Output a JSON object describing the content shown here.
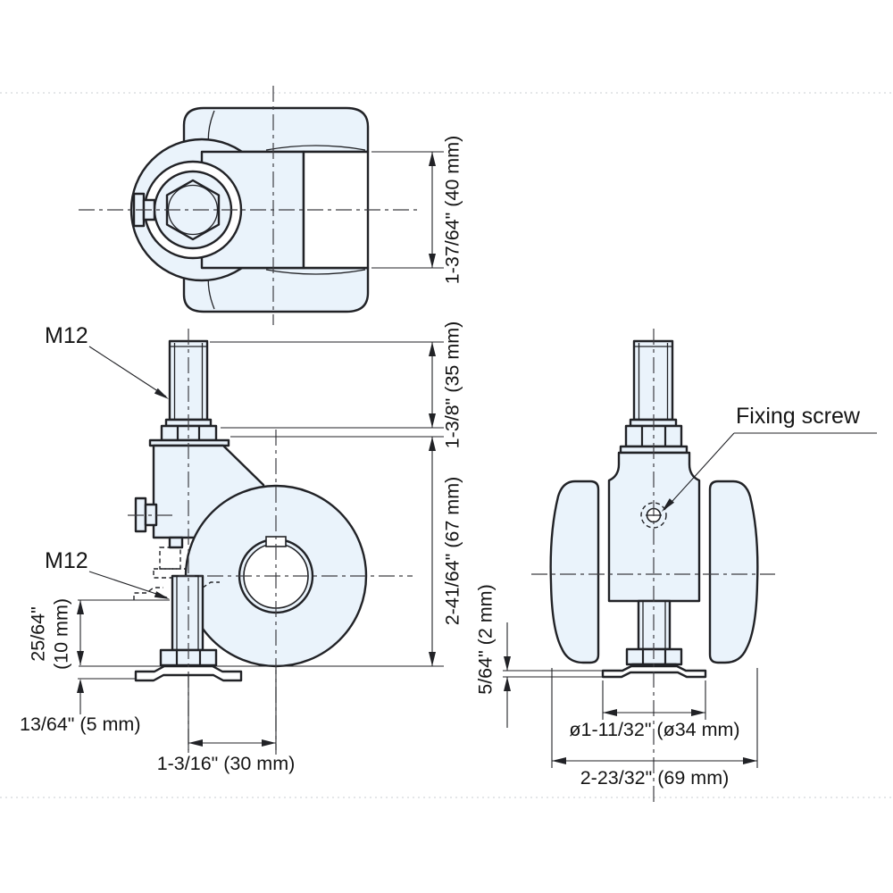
{
  "colors": {
    "part_fill": "#eaf3fb",
    "line": "#212226"
  },
  "top_view": {
    "dim_height": "1-37/64\" (40 mm)"
  },
  "front_view": {
    "thread_top": "M12",
    "thread_bottom": "M12",
    "dim_stem_length": "1-3/8\" (35 mm)",
    "dim_total_height": "2-41/64\" (67 mm)",
    "dim_adjust_in": "25/64\"",
    "dim_adjust_mm": "(10 mm)",
    "dim_foot_drop": "13/64\" (5 mm)",
    "dim_axis_offset": "1-3/16\" (30 mm)"
  },
  "side_view": {
    "screw_label": "Fixing screw",
    "dim_plate_thickness": "5/64\" (2 mm)",
    "dim_plate_diameter": "ø1-11/32\" (ø34 mm)",
    "dim_overall_width": "2-23/32\" (69 mm)"
  }
}
